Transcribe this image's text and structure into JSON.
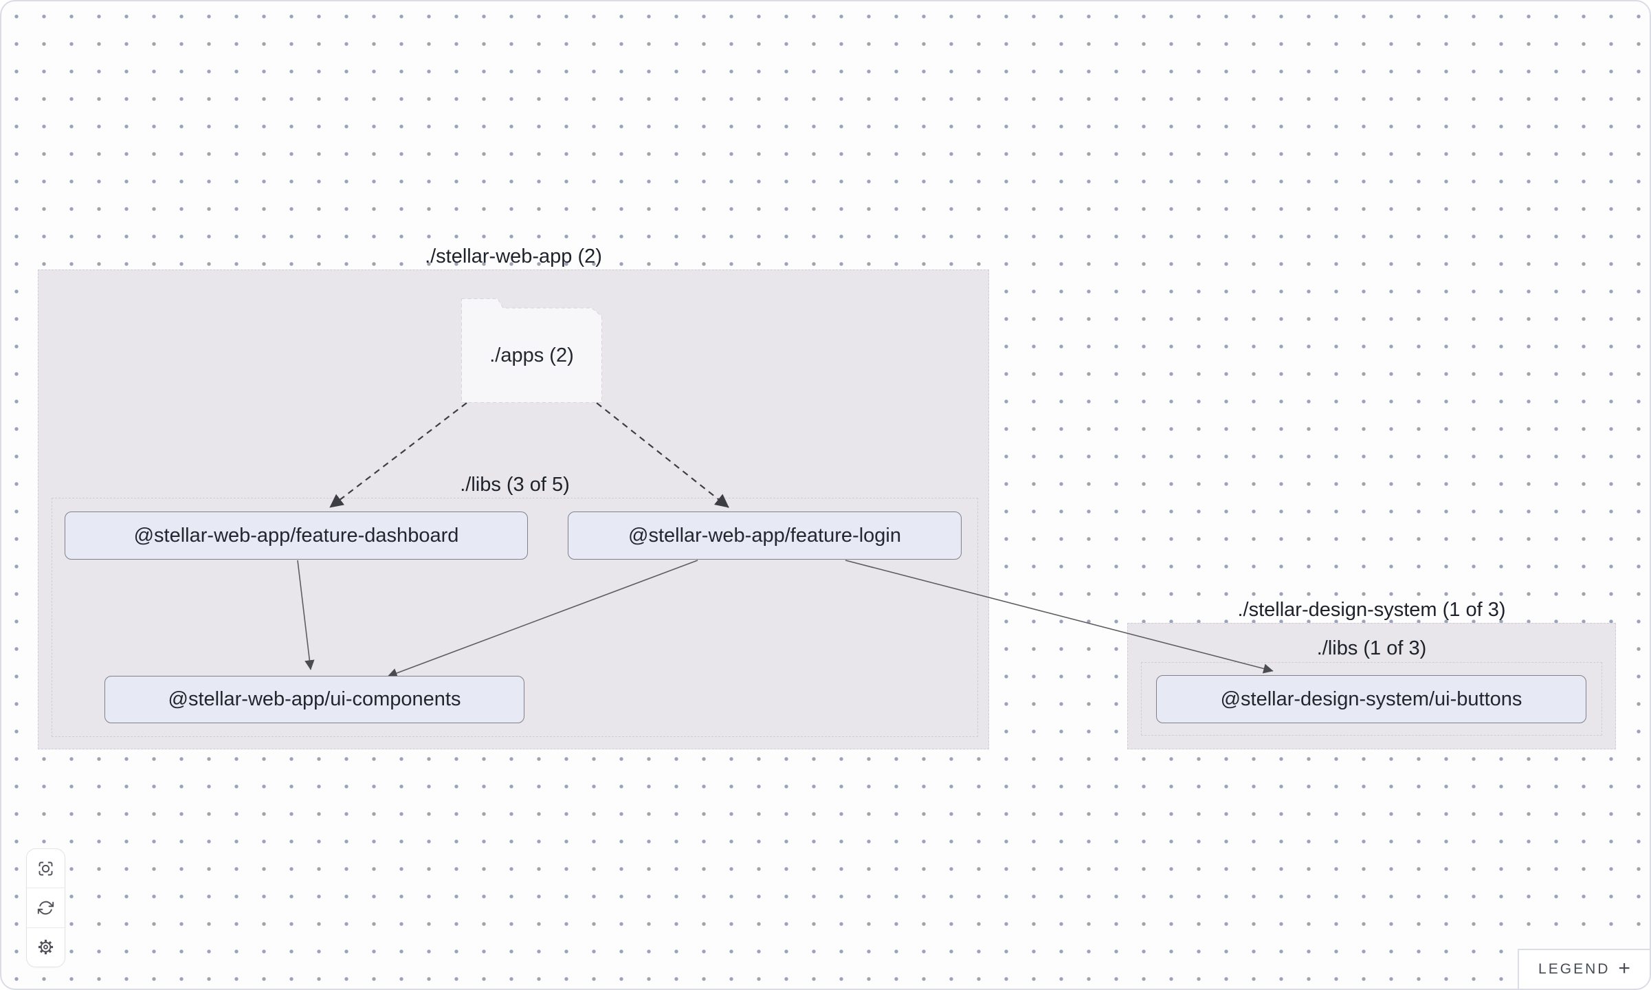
{
  "graph": {
    "groups": [
      {
        "name": "stellar-web-app",
        "label": "./stellar-web-app (2)",
        "subgroup_label": "./libs (3 of 5)",
        "folder_label": "./apps (2)"
      },
      {
        "name": "stellar-design-system",
        "label": "./stellar-design-system (1 of 3)",
        "subgroup_label": "./libs (1 of 3)"
      }
    ],
    "nodes": [
      {
        "id": "feature-dashboard",
        "label": "@stellar-web-app/feature-dashboard"
      },
      {
        "id": "feature-login",
        "label": "@stellar-web-app/feature-login"
      },
      {
        "id": "ui-components",
        "label": "@stellar-web-app/ui-components"
      },
      {
        "id": "ui-buttons",
        "label": "@stellar-design-system/ui-buttons"
      }
    ],
    "edges": [
      {
        "from": "./apps",
        "to": "@stellar-web-app/feature-dashboard",
        "style": "dashed"
      },
      {
        "from": "./apps",
        "to": "@stellar-web-app/feature-login",
        "style": "dashed"
      },
      {
        "from": "@stellar-web-app/feature-dashboard",
        "to": "@stellar-web-app/ui-components",
        "style": "solid"
      },
      {
        "from": "@stellar-web-app/feature-login",
        "to": "@stellar-web-app/ui-components",
        "style": "solid"
      },
      {
        "from": "@stellar-web-app/feature-login",
        "to": "@stellar-design-system/ui-buttons",
        "style": "solid"
      }
    ]
  },
  "toolbar": {
    "buttons": [
      {
        "icon": "focus-icon",
        "action": "zoom-to-fit"
      },
      {
        "icon": "refresh-icon",
        "action": "refresh-graph"
      },
      {
        "icon": "gear-icon",
        "action": "settings"
      }
    ]
  },
  "legend": {
    "label": "LEGEND",
    "expand_icon": "+"
  },
  "colors": {
    "group_fill": "#e8e5eb",
    "group_border": "#d0ccd7",
    "node_fill": "#e7eaf4",
    "node_border": "#7f808a",
    "folder_fill": "#f7f6f9",
    "edge_solid": "#5c5d63",
    "edge_dashed": "#3d3e44",
    "grid_dot": "#9aa4b6",
    "canvas_border": "#d9dce3"
  }
}
